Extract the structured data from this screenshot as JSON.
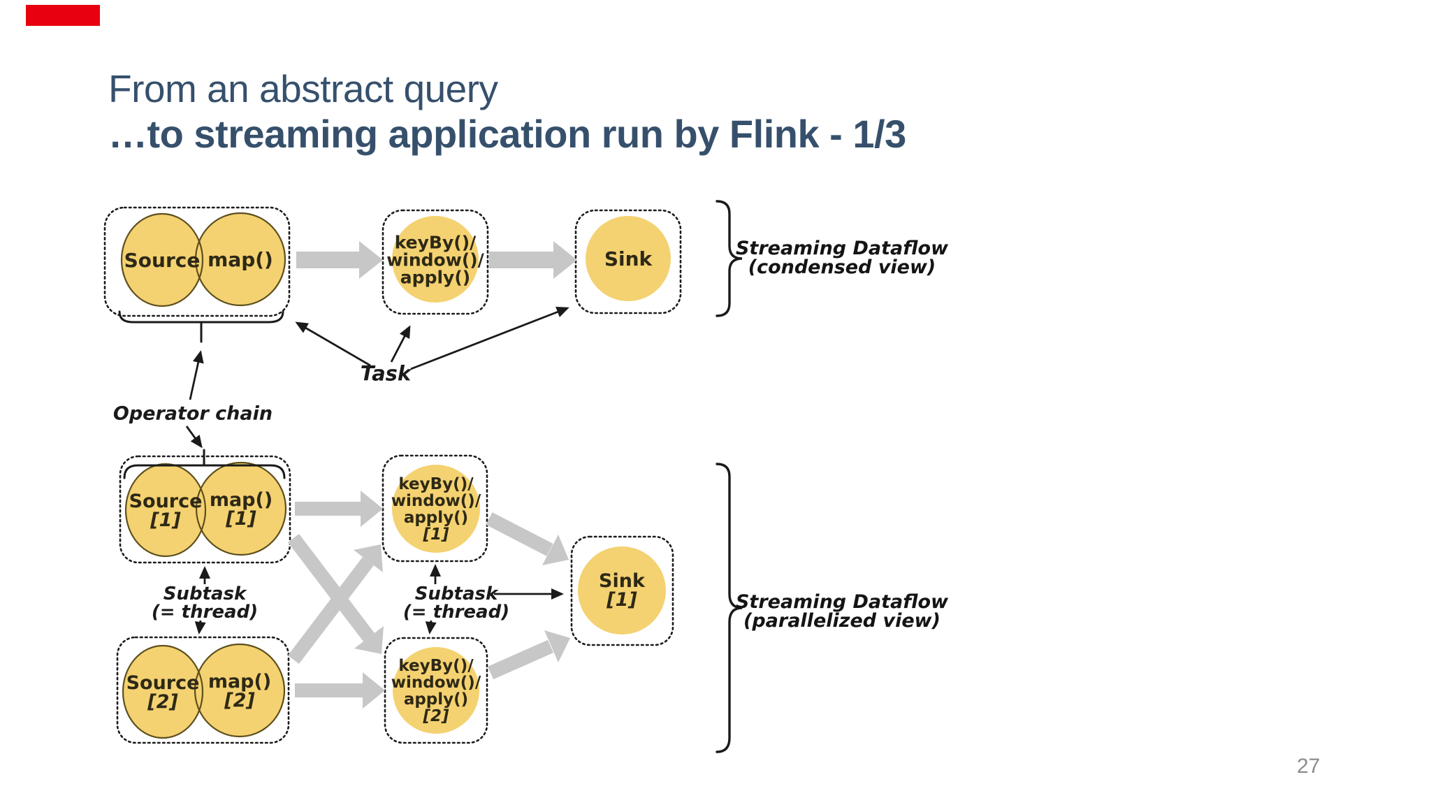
{
  "title": {
    "line1": "From an abstract query",
    "line2": "…to streaming application run by Flink - 1/3"
  },
  "page_number": "27",
  "colors": {
    "title_blue": "#36506c",
    "node_yellow": "#f4d271",
    "node_outline": "#5d4f1d",
    "arrow_gray": "#c7c7c7",
    "marker_red": "#e8000e"
  },
  "condensed": {
    "source": "Source",
    "map": "map()",
    "operator_lines": [
      "keyBy()/",
      "window()/",
      "apply()"
    ],
    "sink": "Sink",
    "caption": [
      "Streaming Dataflow",
      "(condensed view)"
    ]
  },
  "parallel": {
    "source1": [
      "Source",
      "[1]"
    ],
    "map1": [
      "map()",
      "[1]"
    ],
    "operator1_lines": [
      "keyBy()/",
      "window()/",
      "apply()",
      "[1]"
    ],
    "sink1": [
      "Sink",
      "[1]"
    ],
    "source2": [
      "Source",
      "[2]"
    ],
    "map2": [
      "map()",
      "[2]"
    ],
    "operator2_lines": [
      "keyBy()/",
      "window()/",
      "apply()",
      "[2]"
    ],
    "caption": [
      "Streaming Dataflow",
      "(parallelized view)"
    ]
  },
  "annotations": {
    "task": "Task",
    "operator_chain": "Operator chain",
    "subtask": [
      "Subtask",
      "(= thread)"
    ]
  }
}
